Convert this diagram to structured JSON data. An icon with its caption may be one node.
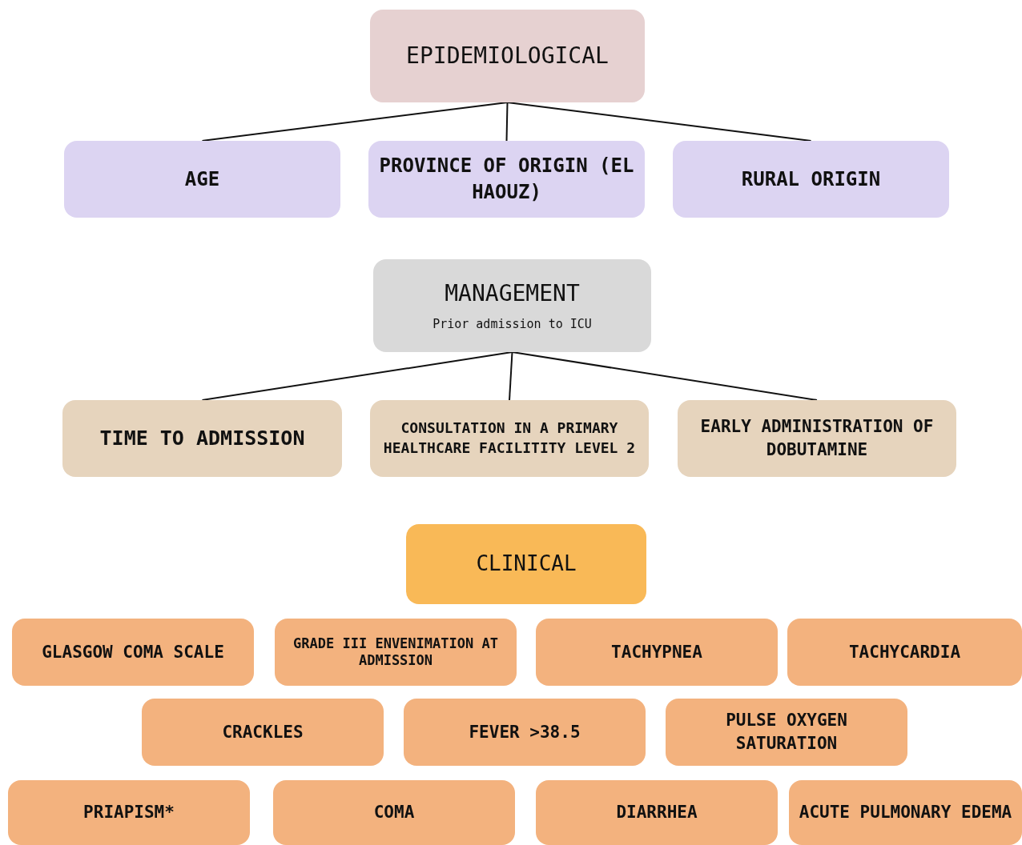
{
  "diagram": {
    "nodes": [
      {
        "text": [
          "EPIDEMIOLOGICAL"
        ]
      },
      {
        "text": [
          "AGE"
        ]
      },
      {
        "text": [
          "PROVINCE OF ORIGIN (EL HAOUZ)"
        ]
      },
      {
        "text": [
          "RURAL ORIGIN"
        ]
      },
      {
        "text": [
          "MANAGEMENT",
          "Prior admission to ICU"
        ]
      },
      {
        "text": [
          "TIME TO ADMISSION"
        ]
      },
      {
        "text": [
          "CONSULTATION IN A PRIMARY HEALTHCARE FACILITITY LEVEL 2"
        ]
      },
      {
        "text": [
          "EARLY ADMINISTRATION OF DOBUTAMINE"
        ]
      },
      {
        "text": [
          "CLINICAL"
        ]
      },
      {
        "text": [
          "GLASGOW COMA SCALE"
        ]
      },
      {
        "text": [
          "GRADE III ENVENIMATION AT ADMISSION"
        ]
      },
      {
        "text": [
          "TACHYPNEA"
        ]
      },
      {
        "text": [
          "TACHYCARDIA"
        ]
      },
      {
        "text": [
          "CRACKLES"
        ]
      },
      {
        "text": [
          "FEVER >38.5"
        ]
      },
      {
        "text": [
          "PULSE OXYGEN SATURATION"
        ]
      },
      {
        "text": [
          "PRIAPISM*"
        ]
      },
      {
        "text": [
          "COMA"
        ]
      },
      {
        "text": [
          "DIARRHEA"
        ]
      },
      {
        "text": [
          "ACUTE PULMONARY EDEMA"
        ]
      }
    ],
    "edges": [
      {
        "from": 0,
        "to": 1,
        "arrow": "none"
      },
      {
        "from": 0,
        "to": 2,
        "arrow": "none"
      },
      {
        "from": 0,
        "to": 3,
        "arrow": "none"
      },
      {
        "from": 4,
        "to": 5,
        "arrow": "none"
      },
      {
        "from": 4,
        "to": 6,
        "arrow": "none"
      },
      {
        "from": 4,
        "to": 7,
        "arrow": "none"
      }
    ]
  }
}
